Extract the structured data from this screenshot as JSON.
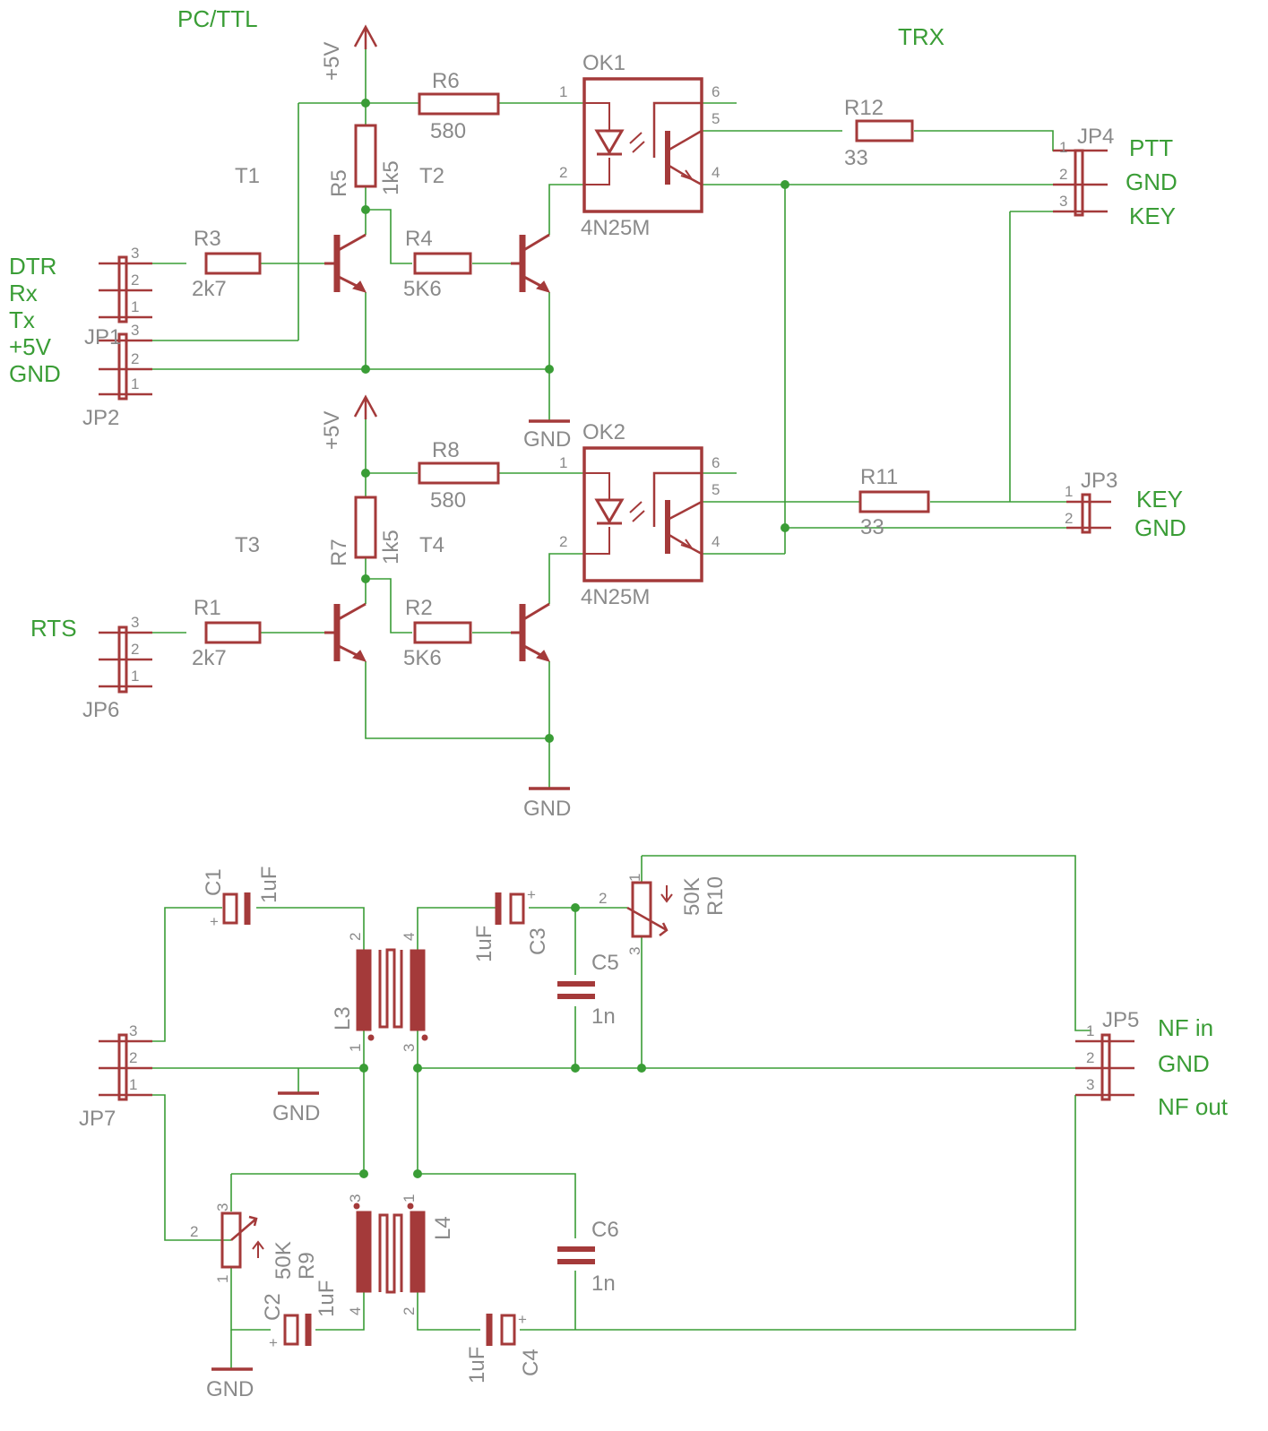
{
  "sections": {
    "pc": "PC/TTL",
    "trx": "TRX"
  },
  "supply": {
    "v5": "+5V",
    "gnd": "GND"
  },
  "connectors": {
    "jp1": {
      "name": "JP1",
      "pins": [
        "3",
        "2",
        "1"
      ]
    },
    "jp2": {
      "name": "JP2",
      "pins": [
        "3",
        "2",
        "1"
      ]
    },
    "jp3": {
      "name": "JP3",
      "pins": [
        "1",
        "2"
      ]
    },
    "jp4": {
      "name": "JP4",
      "pins": [
        "1",
        "2",
        "3"
      ]
    },
    "jp5": {
      "name": "JP5",
      "pins": [
        "1",
        "2",
        "3"
      ]
    },
    "jp6": {
      "name": "JP6",
      "pins": [
        "3",
        "2",
        "1"
      ]
    },
    "jp7": {
      "name": "JP7",
      "pins": [
        "3",
        "2",
        "1"
      ]
    }
  },
  "signals": {
    "left": [
      "DTR",
      "Rx",
      "Tx",
      "+5V",
      "GND"
    ],
    "rts": "RTS",
    "jp4": [
      "PTT",
      "GND",
      "KEY"
    ],
    "jp3": [
      "KEY",
      "GND"
    ],
    "jp5": [
      "NF in",
      "GND",
      "NF out"
    ]
  },
  "transistors": [
    "T1",
    "T2",
    "T3",
    "T4"
  ],
  "optocouplers": [
    {
      "name": "OK1",
      "part": "4N25M"
    },
    {
      "name": "OK2",
      "part": "4N25M"
    }
  ],
  "opto_pins": [
    "1",
    "2",
    "6",
    "5",
    "4"
  ],
  "resistors": {
    "r1": {
      "name": "R1",
      "value": "2k7"
    },
    "r2": {
      "name": "R2",
      "value": "5K6"
    },
    "r3": {
      "name": "R3",
      "value": "2k7"
    },
    "r4": {
      "name": "R4",
      "value": "5K6"
    },
    "r5": {
      "name": "R5",
      "value": "1k5"
    },
    "r6": {
      "name": "R6",
      "value": "580"
    },
    "r7": {
      "name": "R7",
      "value": "1k5"
    },
    "r8": {
      "name": "R8",
      "value": "580"
    },
    "r11": {
      "name": "R11",
      "value": "33"
    },
    "r12": {
      "name": "R12",
      "value": "33"
    }
  },
  "pots": {
    "r9": {
      "name": "R9",
      "value": "50K",
      "pins": [
        "3",
        "2",
        "1"
      ]
    },
    "r10": {
      "name": "R10",
      "value": "50K",
      "pins": [
        "1",
        "2",
        "3"
      ]
    }
  },
  "capacitors": {
    "c1": {
      "name": "C1",
      "value": "1uF"
    },
    "c2": {
      "name": "C2",
      "value": "1uF"
    },
    "c3": {
      "name": "C3",
      "value": "1uF"
    },
    "c4": {
      "name": "C4",
      "value": "1uF"
    },
    "c5": {
      "name": "C5",
      "value": "1n"
    },
    "c6": {
      "name": "C6",
      "value": "1n"
    }
  },
  "transformers": {
    "l3": {
      "name": "L3",
      "pins": [
        "2",
        "4",
        "1",
        "3"
      ]
    },
    "l4": {
      "name": "L4",
      "pins": [
        "3",
        "1",
        "4",
        "2"
      ]
    }
  },
  "plus": "+"
}
